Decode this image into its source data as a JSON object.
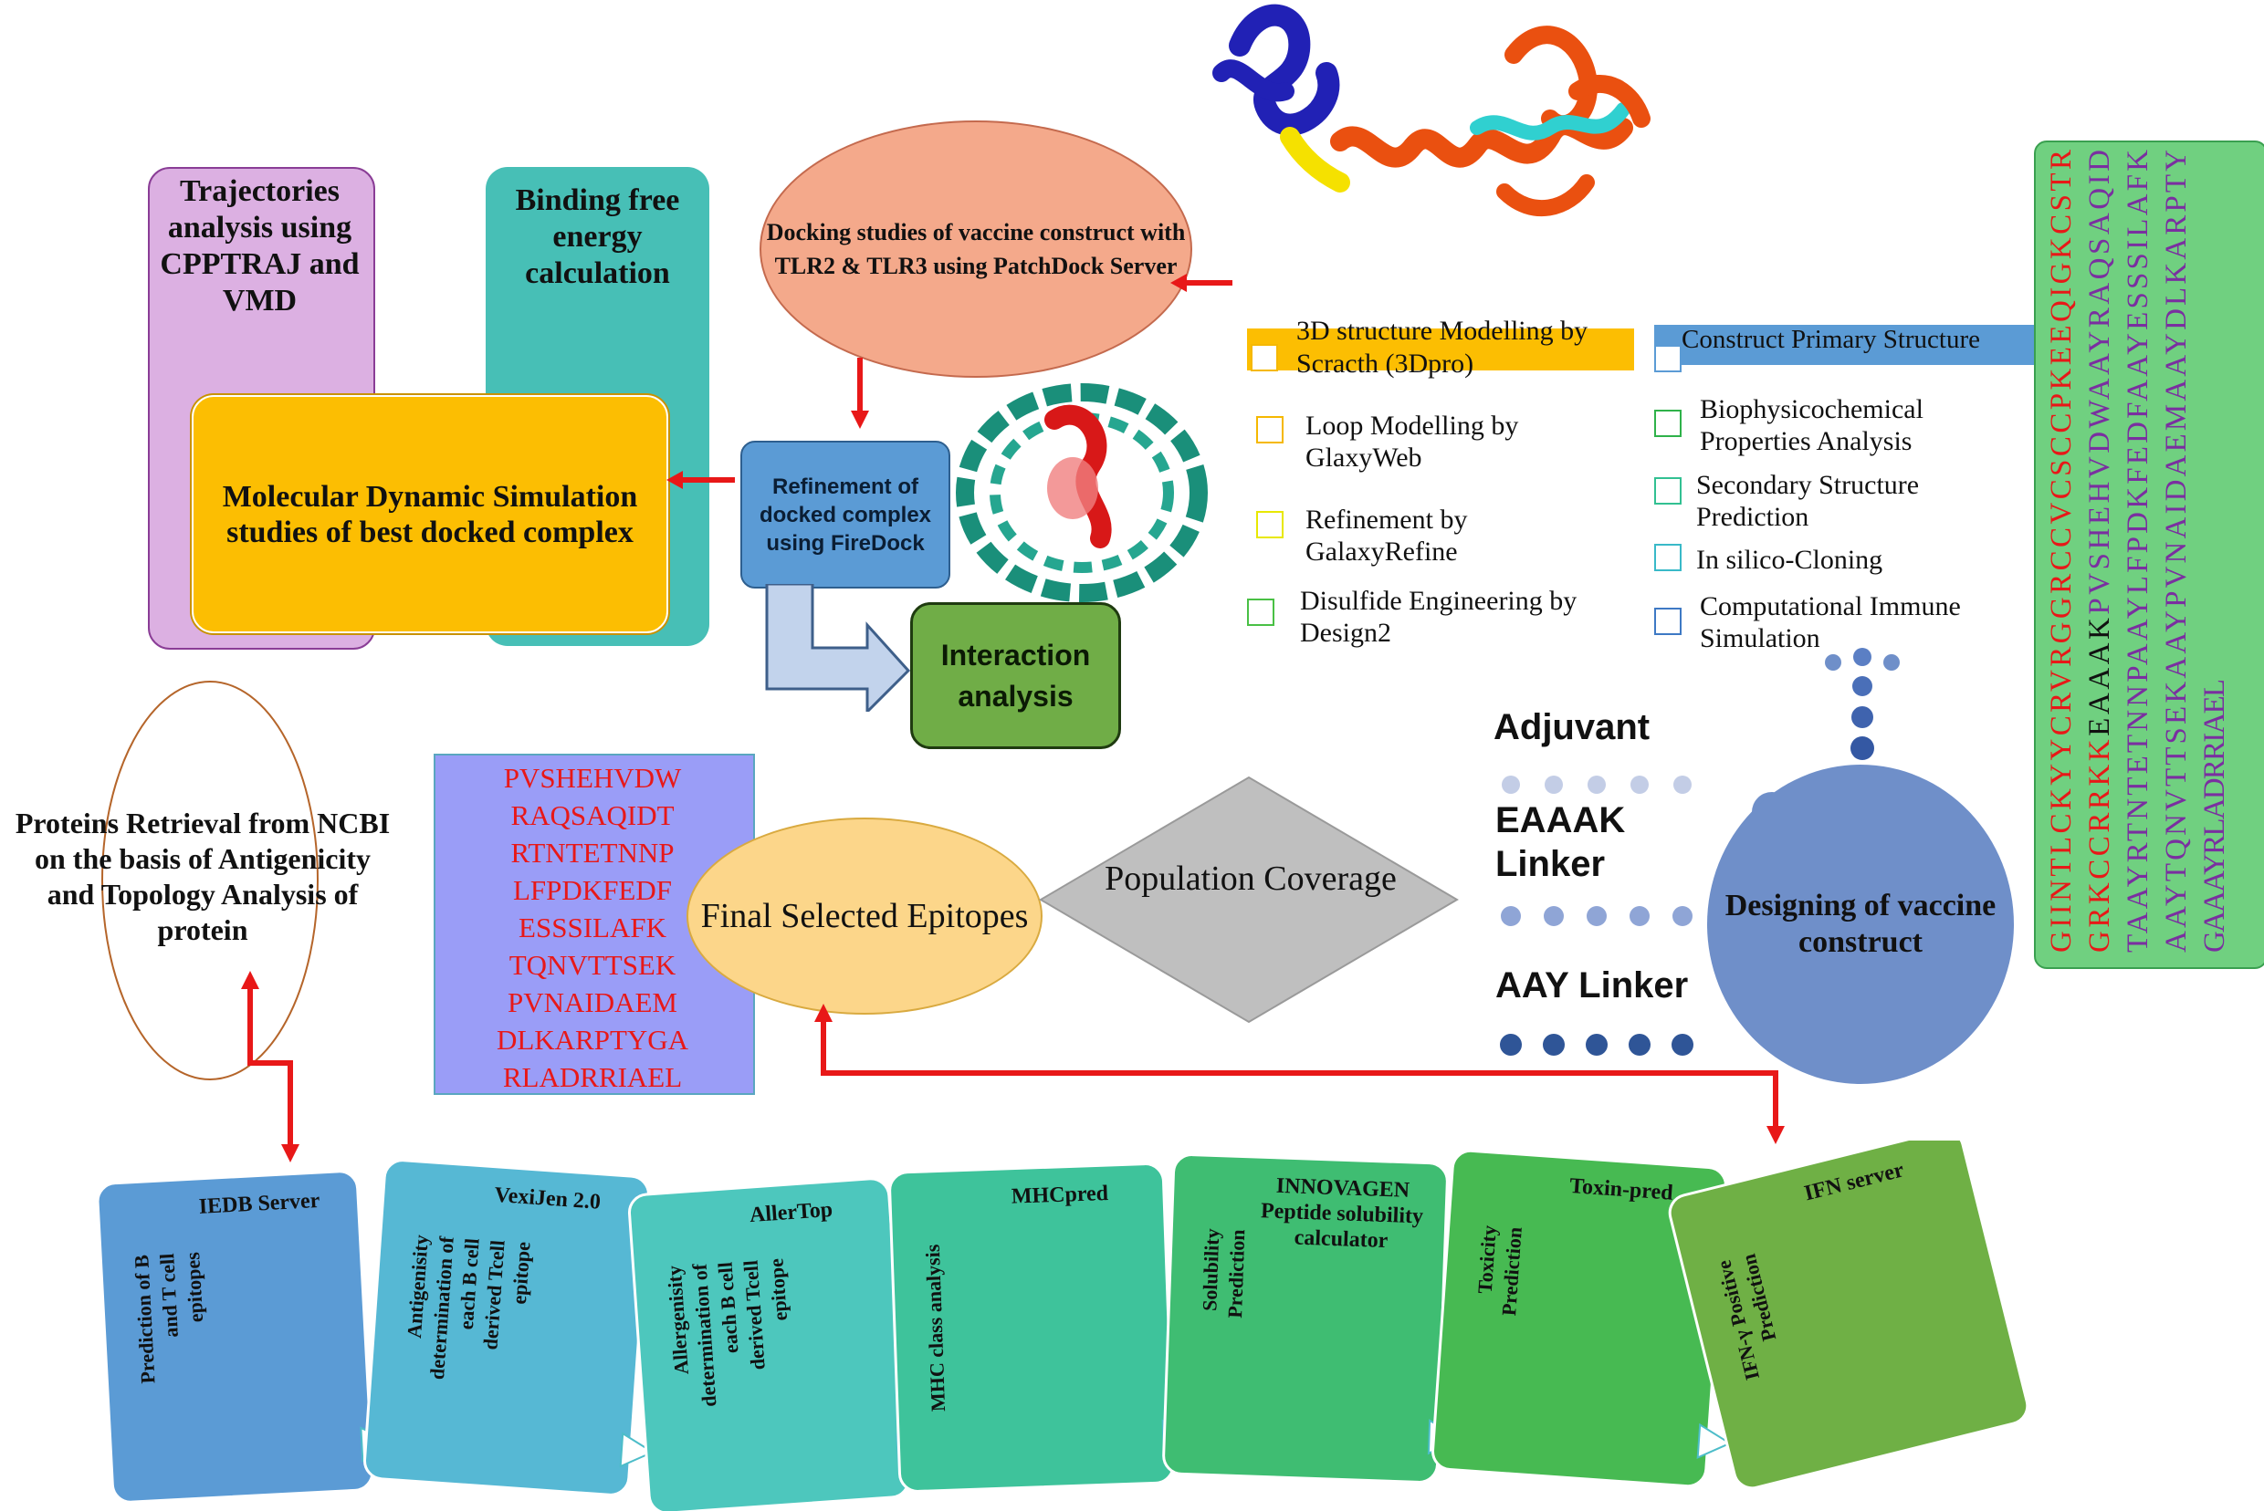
{
  "trajectories": "Trajectories analysis using CPPTRAJ and VMD",
  "binding": "Binding free energy calculation",
  "md": "Molecular Dynamic Simulation studies of best docked complex",
  "docking": "Docking studies of vaccine construct with TLR2 & TLR3 using PatchDock Server",
  "refinement": "Refinement of docked complex using FireDock",
  "interaction": "Interaction analysis",
  "modelling": {
    "header": "3D structure Modelling by Scracth (3Dpro)",
    "items": [
      "Loop  Modelling by GlaxyWeb",
      "Refinement by GalaxyRefine",
      "Disulfide Engineering by Design2"
    ],
    "box_colors": [
      "#f5b800",
      "#e8e800",
      "#49c045"
    ]
  },
  "primary": {
    "header": "Construct Primary Structure",
    "items": [
      "Biophysicochemical Properties Analysis",
      "Secondary Structure Prediction",
      "In silico-Cloning",
      "Computational Immune Simulation"
    ],
    "box_colors": [
      "#2fb24a",
      "#32c092",
      "#39b9c8",
      "#3e79c4"
    ]
  },
  "sequence": {
    "lines": [
      [
        {
          "t": "GIINTLCKYYCRVRGGRCCVCSCCPKEEQIGKCSTR",
          "c": "#e81818"
        }
      ],
      [
        {
          "t": "GRKCCRRKK",
          "c": "#e81818"
        },
        {
          "t": "EAAAK",
          "c": "#111111"
        },
        {
          "t": "PVSHEHVDWAAYRAQSAQID",
          "c": "#7a2fa0"
        }
      ],
      [
        {
          "t": "TAAYRTNTETNNPAAYLFPDKFEDFAAYESSSILAFK",
          "c": "#7a2fa0"
        }
      ],
      [
        {
          "t": "AAYTQNVTTSEKAAYPVNAIDAEMAAYDLKARPTY",
          "c": "#7a2fa0"
        }
      ],
      [
        {
          "t": "GAAAYRLADRRIAEL",
          "c": "#7a2fa0"
        }
      ]
    ]
  },
  "epitopes": [
    "PVSHEHVDW",
    "RAQSAQIDT",
    "RTNTETNNP",
    "LFPDKFEDF",
    "ESSSILAFK",
    "TQNVTTSEK",
    "PVNAIDAEM",
    "DLKARPTYGA",
    "RLADRRIAEL"
  ],
  "final": "Final Selected Epitopes",
  "population": "Population Coverage",
  "adjuvant": "Adjuvant",
  "eaaak": "EAAAK Linker",
  "aay": "AAY Linker",
  "designing": "Designing of vaccine construct",
  "proteins": "Proteins Retrieval from NCBI on the basis of Antigenicity and Topology Analysis of protein",
  "tools": [
    {
      "name": "IEDB Server",
      "desc": "Prediction of B and T cell epitopes",
      "color": "#5b9bd5"
    },
    {
      "name": "VexiJen 2.0",
      "desc": "Antigenisity determination of each B cell derived Tcell epitope",
      "color": "#56b8d4"
    },
    {
      "name": "AllerTop",
      "desc": "Allergenisity determination of each B cell derived Tcell epitope",
      "color": "#4dc7bd"
    },
    {
      "name": "MHCpred",
      "desc": "MHC class analysis",
      "color": "#3ec39b"
    },
    {
      "name": "INNOVAGEN Peptide solubility calculator",
      "desc": "Solubility Prediction",
      "color": "#3fbd72"
    },
    {
      "name": "Toxin-pred",
      "desc": "Toxicity Prediction",
      "color": "#47ba52"
    },
    {
      "name": "IFN server",
      "desc": "IFN-γ Positive Prediction",
      "color": "#6fb045"
    }
  ],
  "colors": {
    "red_arrow": "#e81818",
    "orange": "#fcbe02",
    "blue": "#5b9bd5",
    "green": "#70ad47"
  }
}
